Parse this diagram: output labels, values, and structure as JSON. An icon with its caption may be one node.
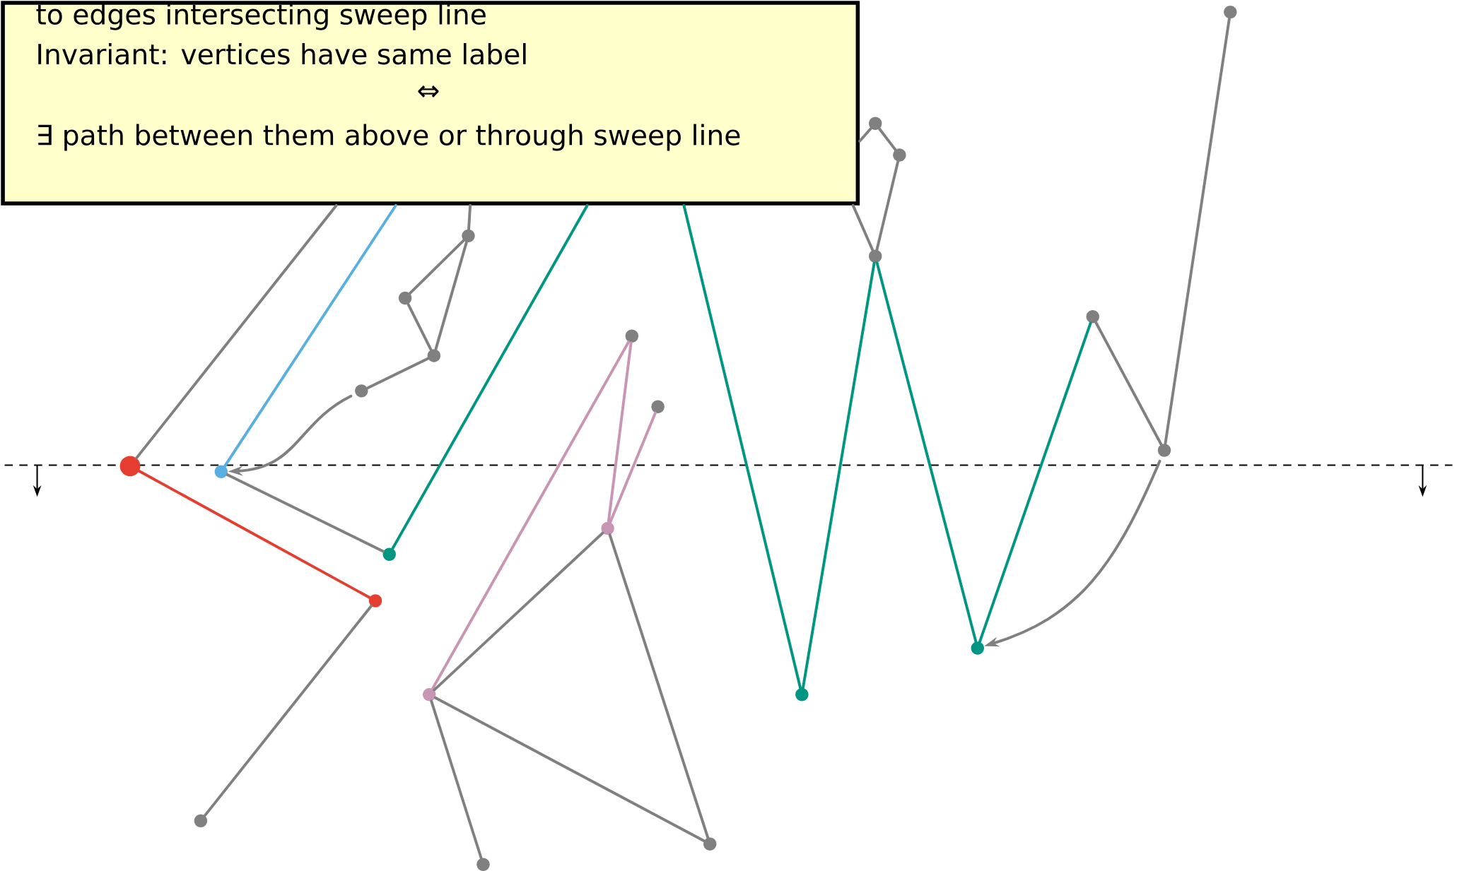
{
  "diagram": {
    "nodes": [
      {
        "text": [
          "to edges intersecting sweep line",
          "Invariant: vertices have same label",
          "⇔",
          "∃ path between them above or through sweep line"
        ]
      },
      {
        "text": [],
        "shape": "circle"
      },
      {
        "text": [],
        "shape": "circle"
      },
      {
        "text": [],
        "shape": "circle"
      },
      {
        "text": [],
        "shape": "circle"
      },
      {
        "text": [],
        "shape": "circle"
      },
      {
        "text": [],
        "shape": "circle"
      },
      {
        "text": [],
        "shape": "circle"
      },
      {
        "text": [],
        "shape": "circle"
      },
      {
        "text": [],
        "shape": "circle"
      },
      {
        "text": [],
        "shape": "circle"
      },
      {
        "text": [],
        "shape": "circle"
      },
      {
        "text": [],
        "shape": "circle"
      },
      {
        "text": [],
        "shape": "circle"
      },
      {
        "text": [],
        "shape": "circle"
      },
      {
        "text": [],
        "shape": "circle"
      },
      {
        "text": [],
        "shape": "circle"
      },
      {
        "text": [],
        "shape": "circle"
      },
      {
        "text": [],
        "shape": "circle"
      },
      {
        "text": [],
        "shape": "circle"
      },
      {
        "text": [],
        "shape": "circle"
      },
      {
        "text": [],
        "shape": "circle"
      },
      {
        "text": [],
        "shape": "circle"
      },
      {
        "text": [],
        "shape": "circle"
      }
    ],
    "edges": [
      {
        "from": 0,
        "to": 1,
        "arrow": "none"
      },
      {
        "from": 0,
        "to": 2,
        "arrow": "none",
        "color": "#5aafe1"
      },
      {
        "from": 0,
        "to": 3,
        "arrow": "none"
      },
      {
        "from": 3,
        "to": 4,
        "arrow": "none"
      },
      {
        "from": 3,
        "to": 5,
        "arrow": "none"
      },
      {
        "from": 4,
        "to": 5,
        "arrow": "none"
      },
      {
        "from": 5,
        "to": 6,
        "arrow": "none"
      },
      {
        "from": 6,
        "to": 2,
        "arrow": "to"
      },
      {
        "from": 2,
        "to": 7,
        "arrow": "none"
      },
      {
        "from": 0,
        "to": 7,
        "arrow": "none",
        "color": "#009682"
      },
      {
        "from": 1,
        "to": 8,
        "arrow": "none",
        "color": "#e53e30"
      },
      {
        "from": 8,
        "to": 13,
        "arrow": "none"
      },
      {
        "from": 0,
        "to": 16,
        "arrow": "none",
        "color": "#009682"
      },
      {
        "from": 16,
        "to": 19,
        "arrow": "none",
        "color": "#009682"
      },
      {
        "from": 19,
        "to": 22,
        "arrow": "none",
        "color": "#009682"
      },
      {
        "from": 22,
        "to": 20,
        "arrow": "none",
        "color": "#009682"
      },
      {
        "from": 20,
        "to": 21,
        "arrow": "none"
      },
      {
        "from": 21,
        "to": 23,
        "arrow": "none"
      },
      {
        "from": 21,
        "to": 22,
        "arrow": "to"
      },
      {
        "from": 0,
        "to": 17,
        "arrow": "none"
      },
      {
        "from": 17,
        "to": 18,
        "arrow": "none"
      },
      {
        "from": 18,
        "to": 19,
        "arrow": "none"
      },
      {
        "from": 0,
        "to": 19,
        "arrow": "none"
      },
      {
        "from": 12,
        "to": 9,
        "arrow": "none",
        "color": "#c896b4"
      },
      {
        "from": 9,
        "to": 11,
        "arrow": "none",
        "color": "#c896b4"
      },
      {
        "from": 11,
        "to": 10,
        "arrow": "none",
        "color": "#c896b4"
      },
      {
        "from": 11,
        "to": 12,
        "arrow": "none"
      },
      {
        "from": 11,
        "to": 15,
        "arrow": "none"
      },
      {
        "from": 12,
        "to": 15,
        "arrow": "none"
      },
      {
        "from": 12,
        "to": 14,
        "arrow": "none"
      }
    ]
  }
}
